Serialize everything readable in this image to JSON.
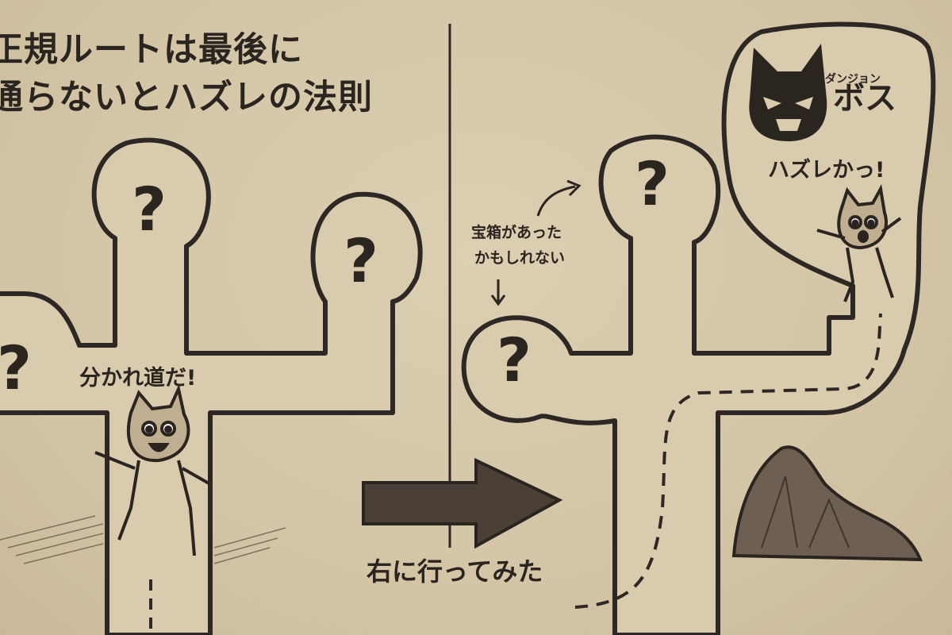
{
  "title": {
    "line1": "正規ルートは最後に",
    "line2": "通らないとハズレの法則"
  },
  "left_panel": {
    "speech": "分かれ道だ!",
    "rooms": [
      "?",
      "?",
      "?"
    ]
  },
  "center": {
    "caption": "右に行ってみた"
  },
  "right_panel": {
    "hint_line1": "宝箱があった",
    "hint_line2": "かもしれない",
    "boss_ruby": "ダンジョン",
    "boss_label": "ボス",
    "speech": "ハズレかっ!",
    "rooms": [
      "?",
      "?"
    ]
  },
  "colors": {
    "paper": "#d6c9ac",
    "ink": "#2b2520"
  }
}
